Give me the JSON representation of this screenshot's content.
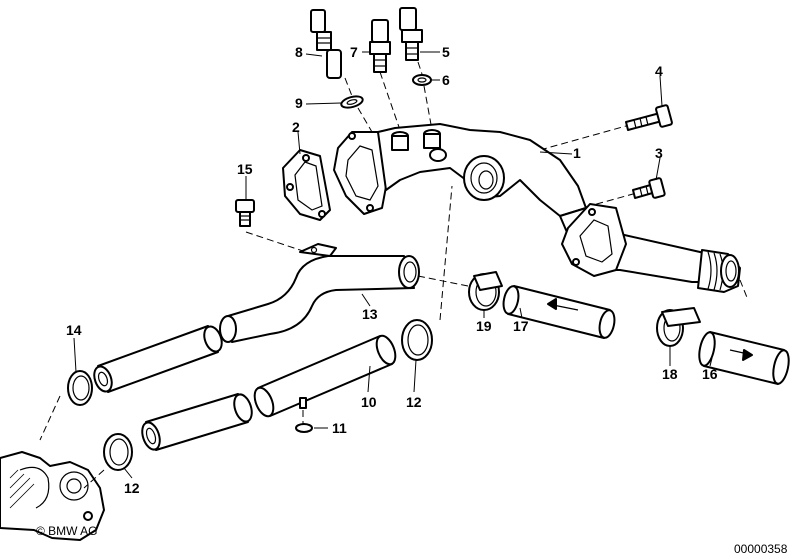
{
  "diagram": {
    "copyright": "© BMW AG",
    "drawing_number": "00000358",
    "callouts": {
      "c1": "1",
      "c2": "2",
      "c3": "3",
      "c4": "4",
      "c5": "5",
      "c6": "6",
      "c7": "7",
      "c8": "8",
      "c9": "9",
      "c10": "10",
      "c11": "11",
      "c12a": "12",
      "c12b": "12",
      "c13": "13",
      "c14": "14",
      "c15": "15",
      "c16": "16",
      "c17": "17",
      "c18": "18",
      "c19": "19"
    }
  }
}
